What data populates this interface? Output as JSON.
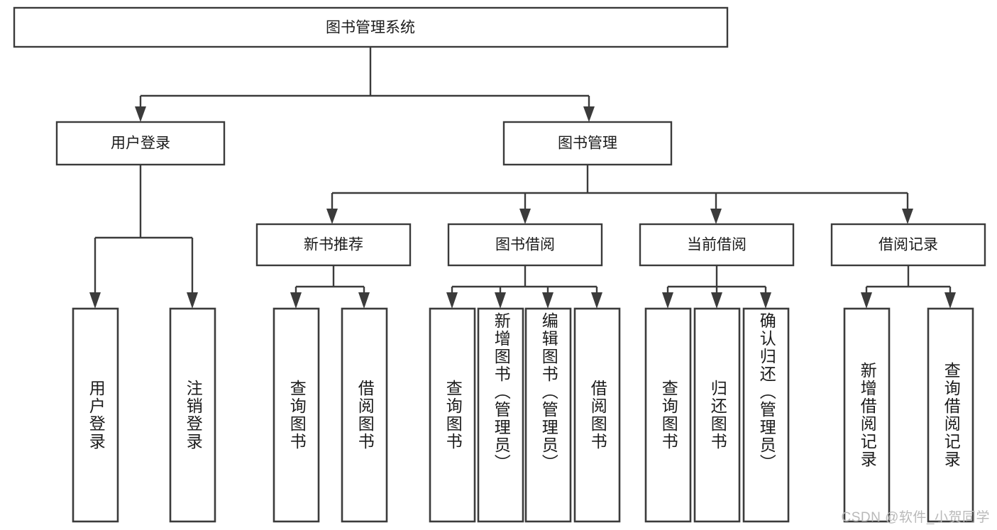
{
  "diagram": {
    "type": "tree-hierarchy",
    "title": "图书管理系统",
    "watermark": "CSDN @软件_小贺同学",
    "colors": {
      "background": "#ffffff",
      "stroke": "#3b3b3b",
      "node_fill": "#ffffff",
      "text": "#1b1b1b",
      "watermark": "#b9b9b9"
    },
    "root": {
      "label": "图书管理系统"
    },
    "level2": [
      {
        "id": "user-login",
        "label": "用户登录"
      },
      {
        "id": "book-manage",
        "label": "图书管理"
      }
    ],
    "level3": [
      {
        "id": "new-book-recommend",
        "label": "新书推荐",
        "parent": "book-manage"
      },
      {
        "id": "book-borrow",
        "label": "图书借阅",
        "parent": "book-manage"
      },
      {
        "id": "current-borrow",
        "label": "当前借阅",
        "parent": "book-manage"
      },
      {
        "id": "borrow-record",
        "label": "借阅记录",
        "parent": "book-manage"
      }
    ],
    "leaves": [
      {
        "id": "leaf-user-login",
        "label": "用户登录",
        "parent": "user-login"
      },
      {
        "id": "leaf-logout",
        "label": "注销登录",
        "parent": "user-login"
      },
      {
        "id": "leaf-query-book-1",
        "label": "查询图书",
        "parent": "new-book-recommend"
      },
      {
        "id": "leaf-borrow-book-1",
        "label": "借阅图书",
        "parent": "new-book-recommend"
      },
      {
        "id": "leaf-query-book-2",
        "label": "查询图书",
        "parent": "book-borrow"
      },
      {
        "id": "leaf-add-book",
        "label": "新增图书（管理员）",
        "parent": "book-borrow"
      },
      {
        "id": "leaf-edit-book",
        "label": "编辑图书（管理员）",
        "parent": "book-borrow"
      },
      {
        "id": "leaf-borrow-book-2",
        "label": "借阅图书",
        "parent": "book-borrow"
      },
      {
        "id": "leaf-query-book-3",
        "label": "查询图书",
        "parent": "current-borrow"
      },
      {
        "id": "leaf-return-book",
        "label": "归还图书",
        "parent": "current-borrow"
      },
      {
        "id": "leaf-confirm-return",
        "label": "确认归还（管理员）",
        "parent": "current-borrow"
      },
      {
        "id": "leaf-add-record",
        "label": "新增借阅记录",
        "parent": "borrow-record"
      },
      {
        "id": "leaf-query-record",
        "label": "查询借阅记录",
        "parent": "borrow-record"
      }
    ]
  }
}
